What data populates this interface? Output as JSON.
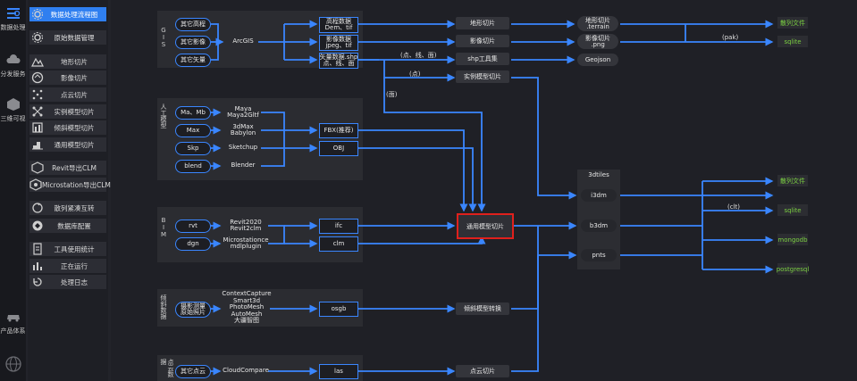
{
  "leftnav": {
    "items": [
      {
        "label": "数据处理",
        "icon": "data-process-icon"
      },
      {
        "label": "分发服务",
        "icon": "cloud-icon"
      },
      {
        "label": "三维可视",
        "icon": "cube-icon"
      },
      {
        "label": "产品体系",
        "icon": "car-icon"
      },
      {
        "label": "",
        "icon": "globe-icon"
      }
    ]
  },
  "menu": {
    "items": [
      {
        "label": "数据处理流程图",
        "icon": "gear-icon",
        "active": true
      },
      {
        "label": "原始数据管理",
        "icon": "gear-icon"
      },
      {
        "label": "地形切片",
        "icon": "terrain-icon"
      },
      {
        "label": "影像切片",
        "icon": "image-icon"
      },
      {
        "label": "点云切片",
        "icon": "pointcloud-icon"
      },
      {
        "label": "实例模型切片",
        "icon": "instance-icon"
      },
      {
        "label": "倾斜模型切片",
        "icon": "oblique-icon"
      },
      {
        "label": "通用模型切片",
        "icon": "model-icon"
      },
      {
        "label": "Revit导出CLM",
        "icon": "revit-icon"
      },
      {
        "label": "Microstation导出CLM",
        "icon": "microstation-icon"
      },
      {
        "label": "散列紧凑互转",
        "icon": "convert-icon"
      },
      {
        "label": "数据库配置",
        "icon": "database-icon"
      },
      {
        "label": "工具使用统计",
        "icon": "stats-icon"
      },
      {
        "label": "正在运行",
        "icon": "running-icon"
      },
      {
        "label": "处理日志",
        "icon": "log-icon"
      }
    ]
  },
  "groups": {
    "gis": {
      "title": "GIS",
      "sources": [
        "其它高程",
        "其它影像",
        "其它矢量"
      ],
      "tool": "ArcGIS",
      "formats": [
        "高程数据\nDem、tif",
        "影像数据\njpeg、tif",
        "矢量数据.shp\n点、线、面"
      ]
    },
    "manual": {
      "title": "人工模型",
      "sources": [
        "Ma、Mb",
        "Max",
        "Skp",
        "blend"
      ],
      "tools": [
        "Maya\nMaya2Gltf",
        "3dMax\nBabylon",
        "Sketchup",
        "Blender"
      ],
      "formats": [
        "FBX(推荐)",
        "OBJ"
      ]
    },
    "bim": {
      "title": "BIM",
      "sources": [
        "rvt",
        "dgn"
      ],
      "tools": [
        "Revit2020\nRevit2clm",
        "Microstationce\nmdlplugin"
      ],
      "formats": [
        "ifc",
        "clm"
      ]
    },
    "oblique": {
      "title": "倾斜数据",
      "sources": [
        "摄影测量\n原始照片"
      ],
      "tools": [
        "ContextCapture\nSmart3d\nPhotoMesh\nAutoMesh\n大疆智图"
      ],
      "formats": [
        "osgb"
      ]
    },
    "pointcloud": {
      "title": "点云数据",
      "sources": [
        "其它点云"
      ],
      "tools": [
        "CloudCompare"
      ],
      "formats": [
        "las"
      ]
    }
  },
  "processes": {
    "terrain": "地形切片",
    "image": "影像切片",
    "shp": "shp工具集",
    "instance": "实例模型切片",
    "general": "通用模型切片",
    "oblique": "倾斜模型转换",
    "pointcloud": "点云切片"
  },
  "outputs": {
    "terrain_tile": "地形切片\n.terrain",
    "image_tile": "影像切片\n.png",
    "geojson": "Geojson",
    "hash_file_1": "散列文件",
    "sqlite_1": "sqlite",
    "tiles3d_title": "3dtiles",
    "i3dm": "i3dm",
    "b3dm": "b3dm",
    "pnts": "pnts",
    "hash_file_2": "散列文件",
    "sqlite_2": "sqlite",
    "mongodb": "mongodb",
    "postgresql": "postgresql"
  },
  "notes": {
    "pak": "(pak)",
    "point_line_face": "(点、线、面)",
    "point": "(点)",
    "face": "(面)",
    "clt": "(clt)"
  },
  "colors": {
    "accent": "#2f7ff0",
    "line": "#3a86ff",
    "output_text": "#7bd042",
    "highlight": "#e0201c"
  }
}
